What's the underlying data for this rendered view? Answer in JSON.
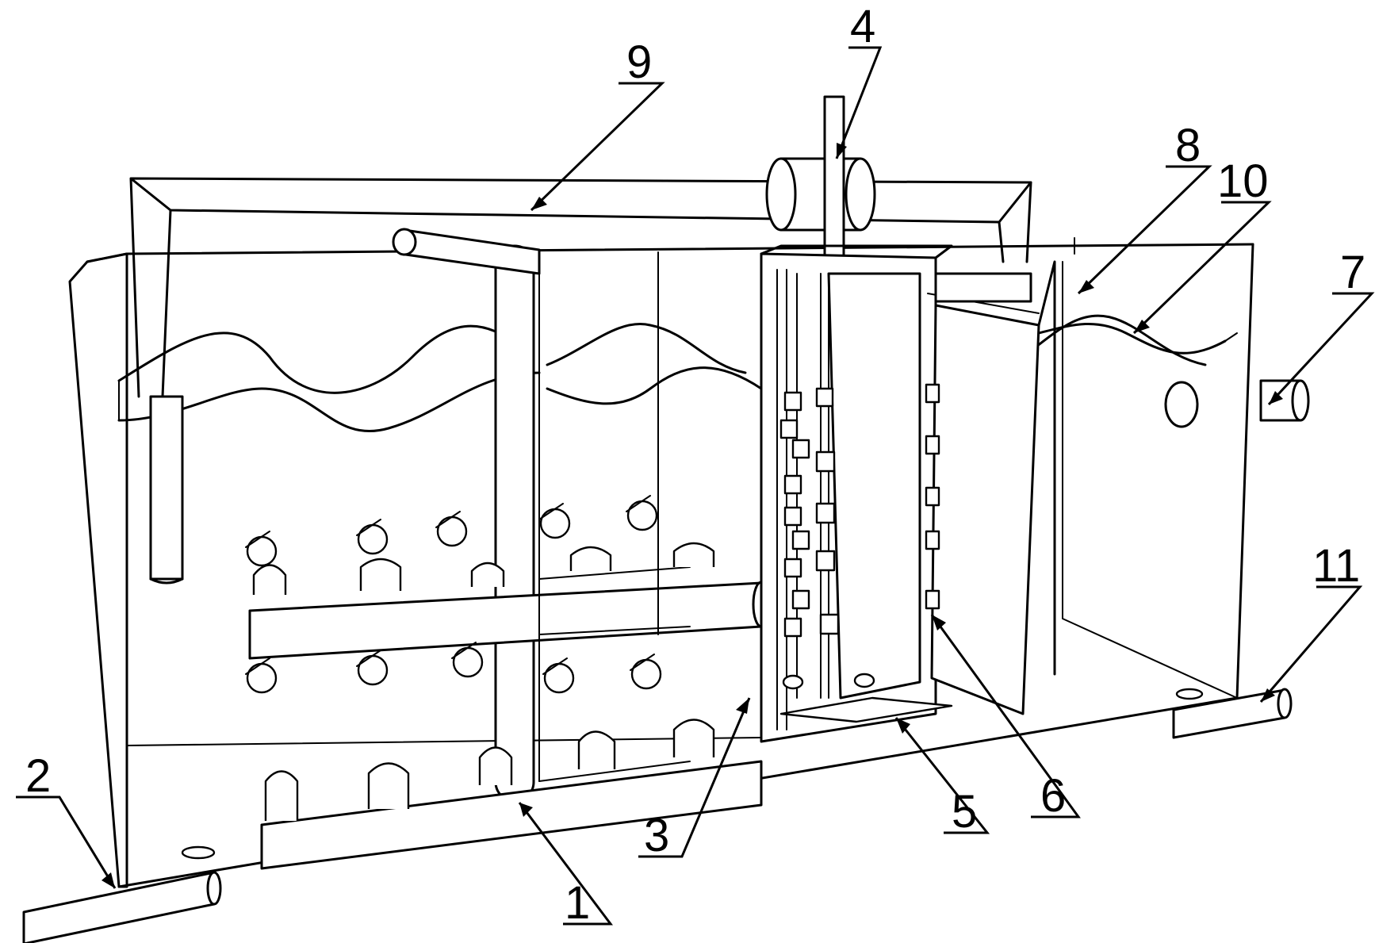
{
  "figure": {
    "callouts": [
      {
        "id": "c1",
        "label": "1"
      },
      {
        "id": "c2",
        "label": "2"
      },
      {
        "id": "c3",
        "label": "3"
      },
      {
        "id": "c4",
        "label": "4"
      },
      {
        "id": "c5",
        "label": "5"
      },
      {
        "id": "c6",
        "label": "6"
      },
      {
        "id": "c7",
        "label": "7"
      },
      {
        "id": "c8",
        "label": "8"
      },
      {
        "id": "c9",
        "label": "9"
      },
      {
        "id": "c10",
        "label": "10"
      },
      {
        "id": "c11",
        "label": "11"
      }
    ]
  }
}
